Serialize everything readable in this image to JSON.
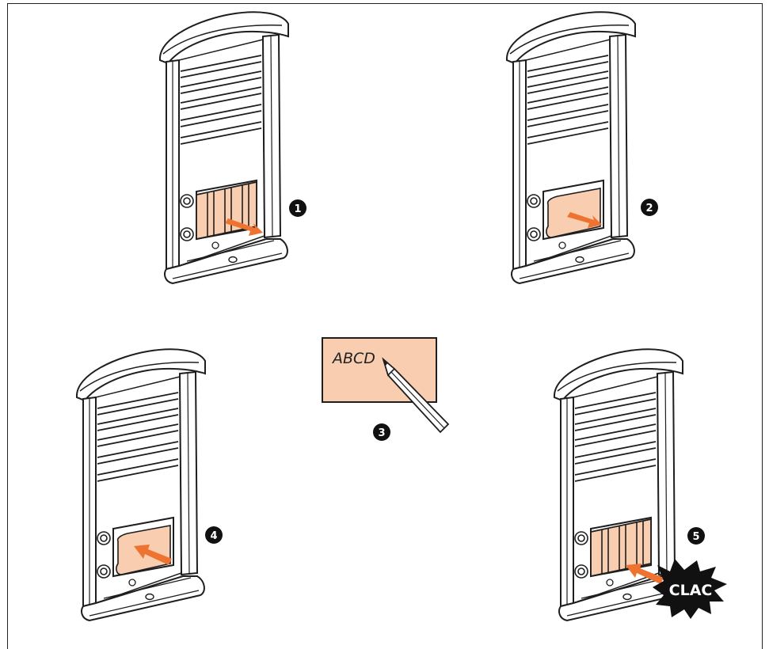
{
  "steps": [
    {
      "number": "1"
    },
    {
      "number": "2"
    },
    {
      "number": "3"
    },
    {
      "number": "4"
    },
    {
      "number": "5"
    }
  ],
  "label_card_text": "ABCD",
  "clac_text": "CLAC",
  "colors": {
    "label_fill": "#f8cdb0",
    "arrow": "#ee7330",
    "outline": "#1e1e1e",
    "badge": "#111111"
  }
}
